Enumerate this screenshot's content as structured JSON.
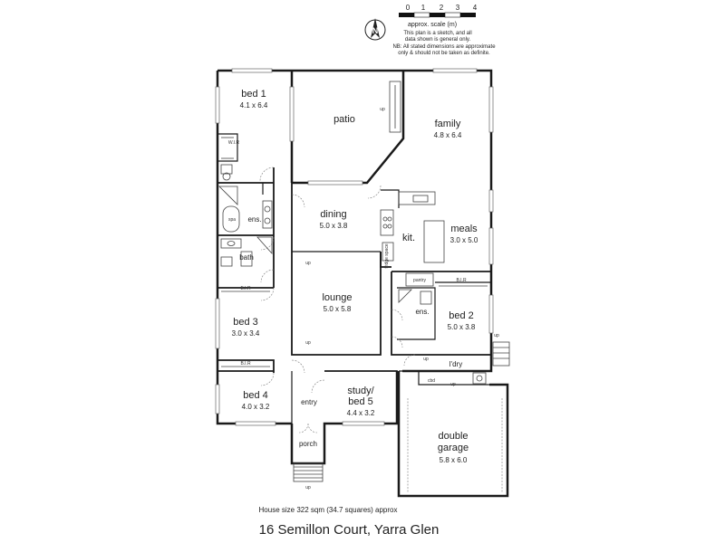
{
  "scale": {
    "ticks": [
      "0",
      "1",
      "2",
      "3",
      "4"
    ],
    "label": "approx. scale (m)",
    "notes": [
      "This plan is a sketch, and all",
      "data shown is general only.",
      "NB: All stated dimensions are approximate",
      "only & should not be taken as definite."
    ]
  },
  "compass": {
    "letter": "N"
  },
  "rooms": {
    "bed1": {
      "name": "bed 1",
      "dims": "4.1 x 6.4"
    },
    "patio": {
      "name": "patio"
    },
    "family": {
      "name": "family",
      "dims": "4.8 x 6.4"
    },
    "dining": {
      "name": "dining",
      "dims": "5.0 x 3.8"
    },
    "meals": {
      "name": "meals",
      "dims": "3.0 x 5.0"
    },
    "kit": {
      "name": "kit."
    },
    "ens1": {
      "name": "ens."
    },
    "bath": {
      "name": "bath"
    },
    "lounge": {
      "name": "lounge",
      "dims": "5.0 x 5.8"
    },
    "bed2": {
      "name": "bed 2",
      "dims": "5.0 x 3.8"
    },
    "ens2": {
      "name": "ens."
    },
    "bed3": {
      "name": "bed 3",
      "dims": "3.0 x 3.4"
    },
    "laundry": {
      "name": "l'dry"
    },
    "bed4": {
      "name": "bed 4",
      "dims": "4.0 x 3.2"
    },
    "entry": {
      "name": "entry"
    },
    "study": {
      "name_line1": "study/",
      "name_line2": "bed 5",
      "dims": "4.4 x 3.2"
    },
    "garage": {
      "name_line1": "double",
      "name_line2": "garage",
      "dims": "5.8 x 6.0"
    },
    "porch": {
      "name": "porch"
    }
  },
  "small_labels": {
    "wir": "W.I.R",
    "spa": "spa",
    "bir1": "B.I.R",
    "bir2": "B.I.R",
    "bir3": "B.I.R",
    "pantry": "pantry",
    "cbd": "cbd",
    "fridge": "fridge space",
    "up1": "up",
    "up2": "up",
    "up3": "up",
    "up4": "up",
    "up5": "up",
    "up6": "up",
    "up7": "up"
  },
  "footer": {
    "house_size": "House size 322 sqm (34.7 squares) approx",
    "address": "16 Semillon Court, Yarra Glen"
  }
}
